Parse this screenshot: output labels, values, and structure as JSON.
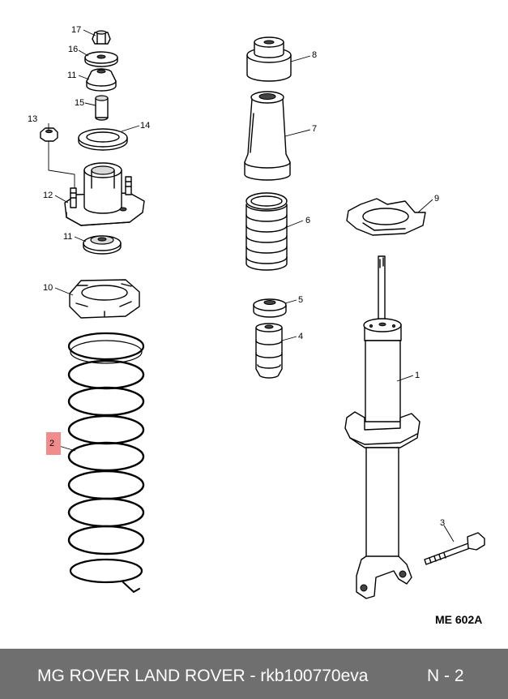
{
  "callouts": {
    "c1": "1",
    "c2": "2",
    "c3": "3",
    "c4": "4",
    "c5": "5",
    "c6": "6",
    "c7": "7",
    "c8": "8",
    "c9": "9",
    "c10": "10",
    "c11a": "11",
    "c11b": "11",
    "c12": "12",
    "c13": "13",
    "c14": "14",
    "c15": "15",
    "c16": "16",
    "c17": "17"
  },
  "reference_code": "ME 602A",
  "footer": {
    "brand_part": "MG ROVER LAND ROVER - rkb100770eva",
    "page_ref": "N - 2"
  },
  "colors": {
    "footer_bg": "#6f6f6f",
    "highlight": "#f28b8b"
  }
}
